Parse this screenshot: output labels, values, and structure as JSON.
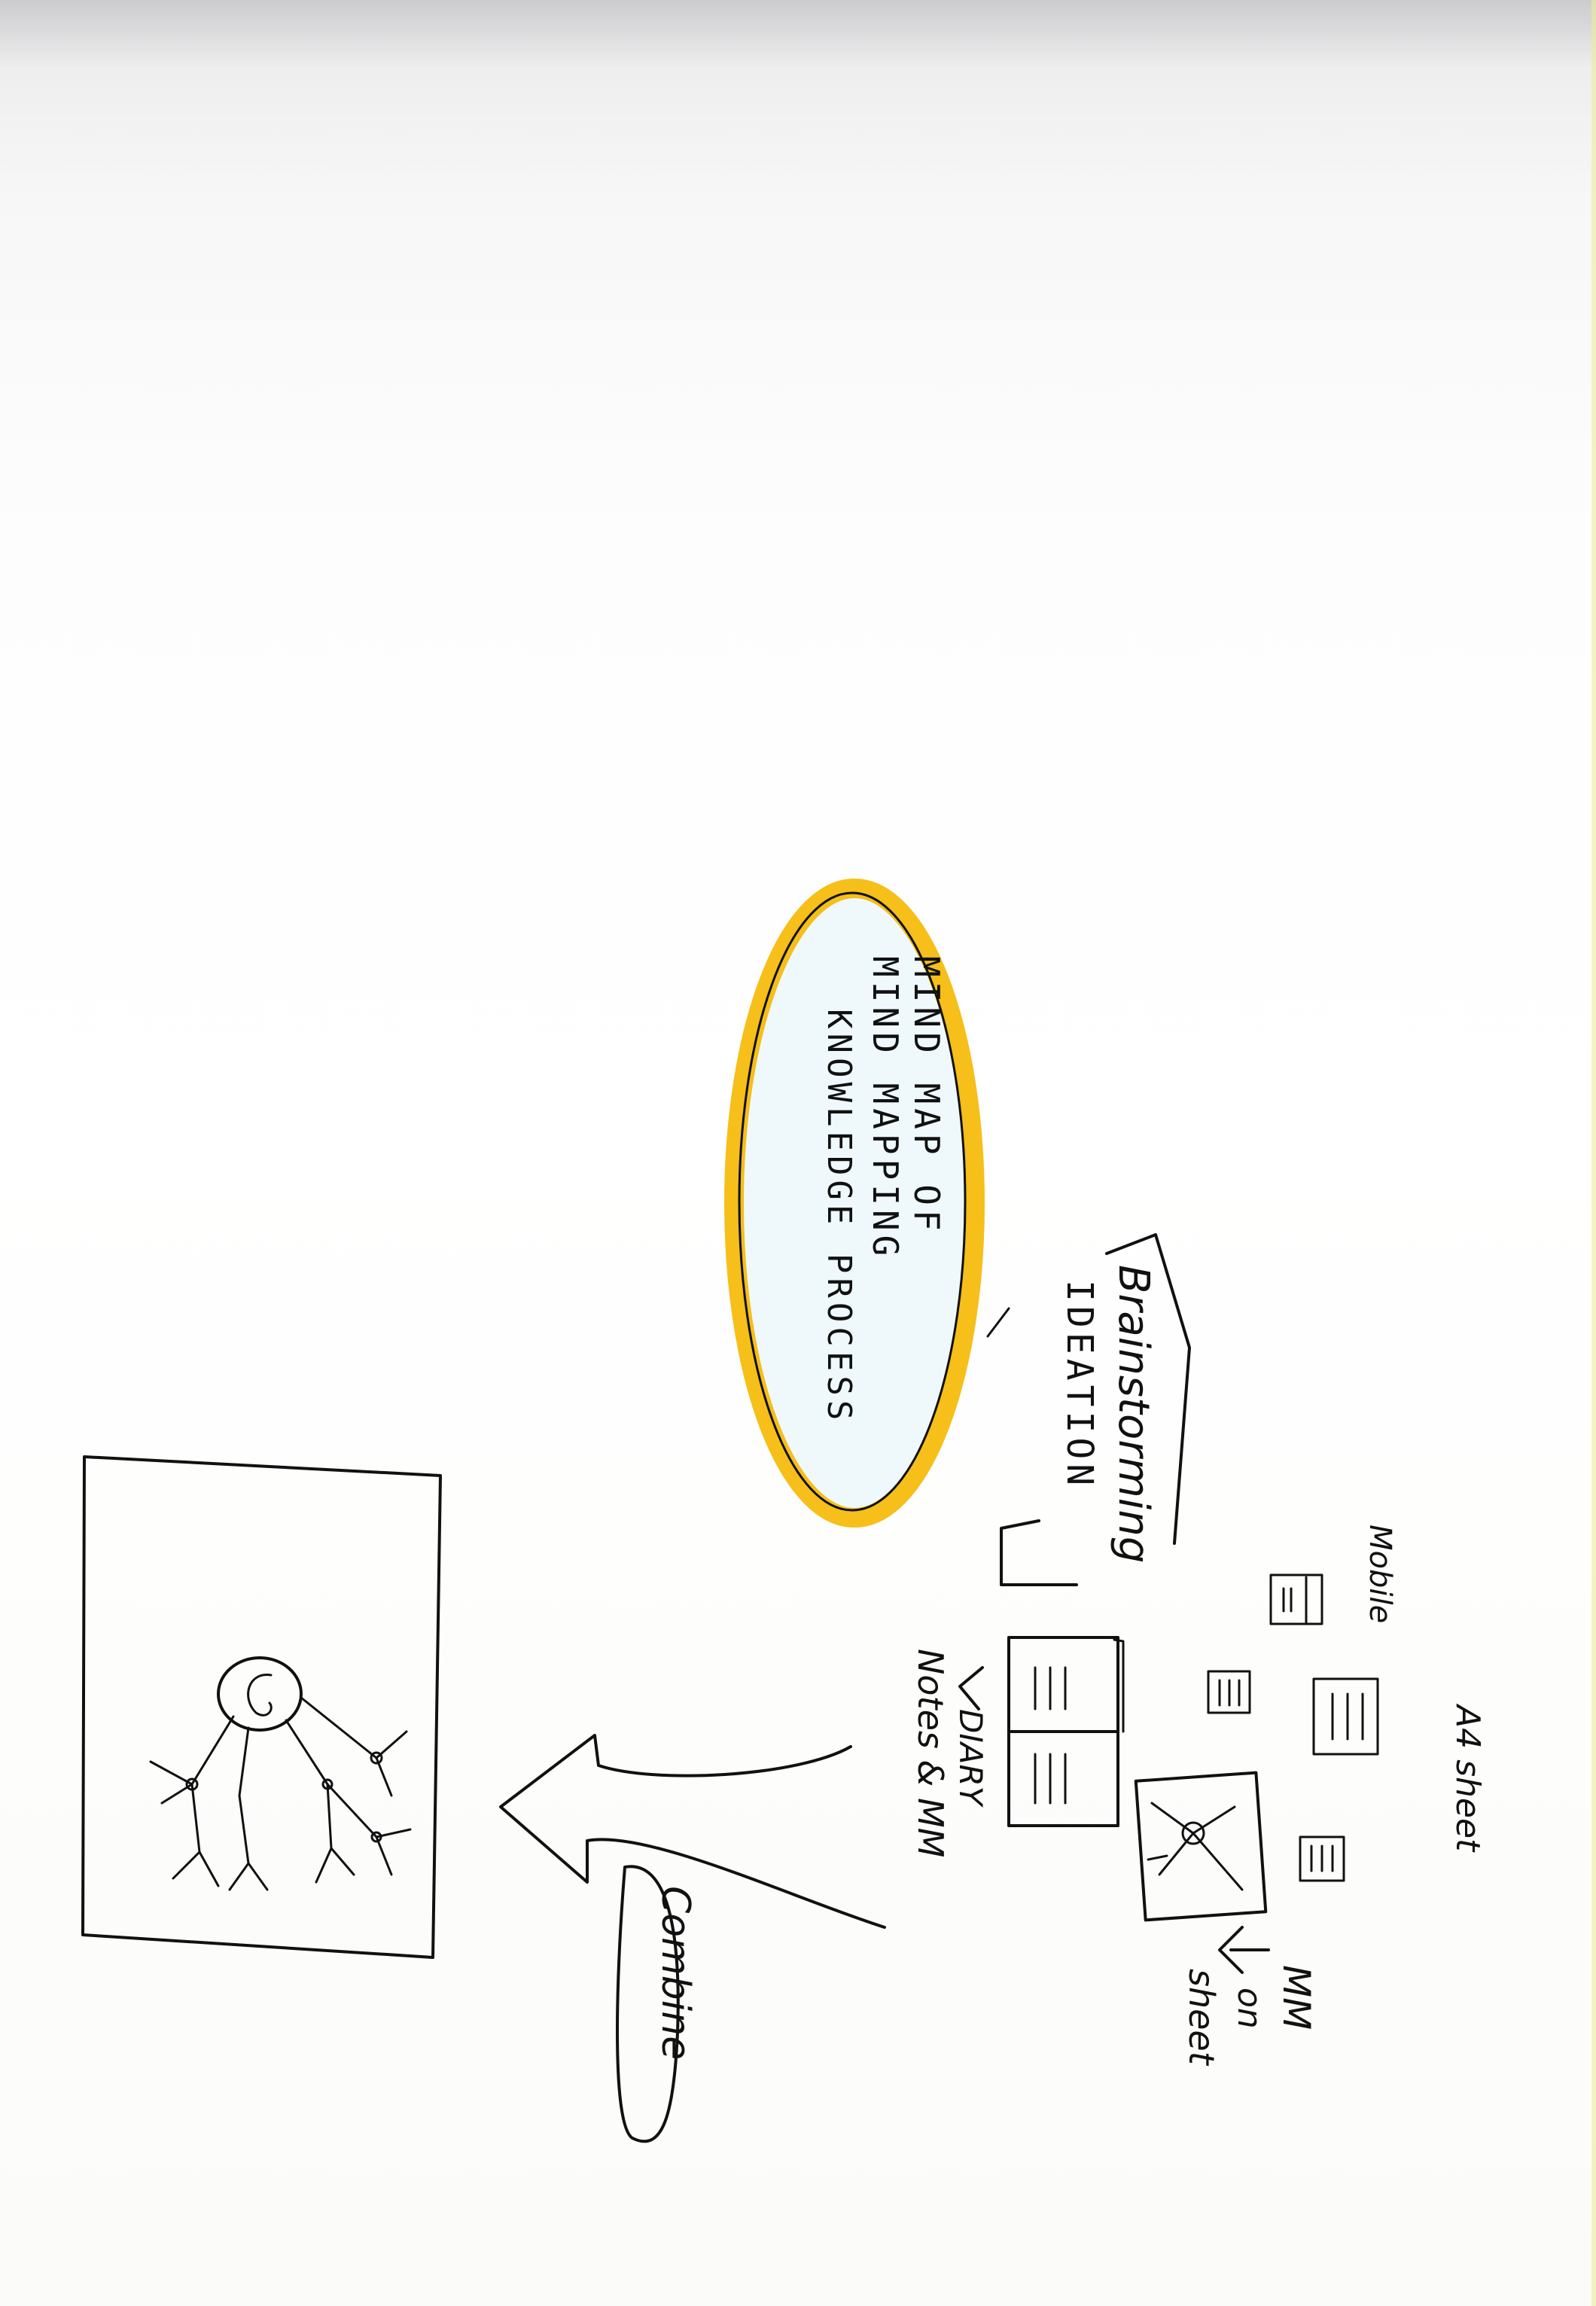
{
  "labels": {
    "center_line1": "MIND MAP OF",
    "center_line2": "MIND MAPPING",
    "center_line3": "KNOWLEDGE PROCESS",
    "bracket_line1": "Brainstorming",
    "bracket_line2": "IDEATION",
    "mobile": "Mobile",
    "a4_sheet": "A4 sheet",
    "diary_line1": "DIARY",
    "diary_line2": "Notes & MM",
    "mm_line1": "MM",
    "mm_line2": "on",
    "mm_line3": "sheet",
    "combine": "Combine"
  },
  "colors": {
    "highlight": "#f5b800",
    "ink": "#111111"
  }
}
